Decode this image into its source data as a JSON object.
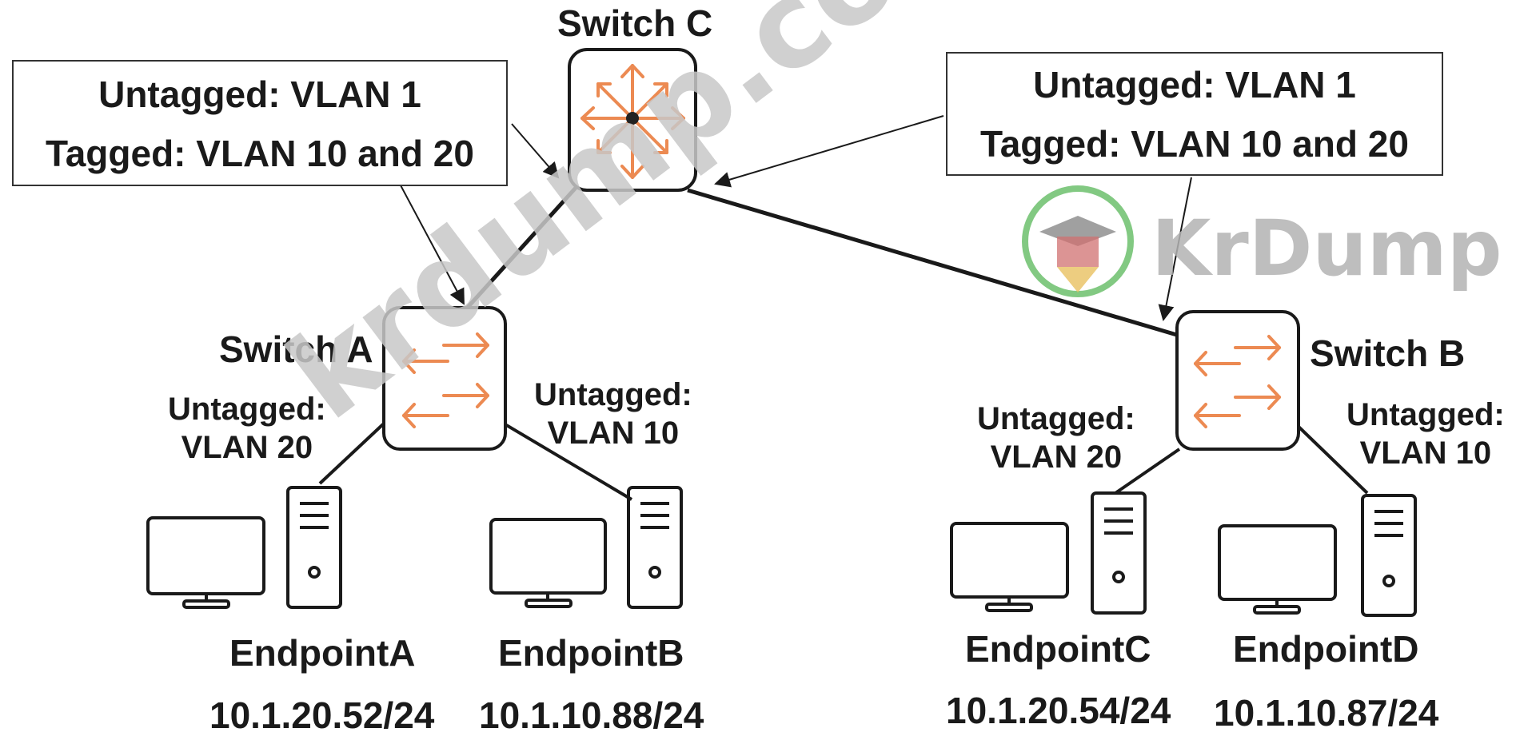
{
  "switch_c": {
    "label": "Switch C",
    "icon": "router-icon"
  },
  "switch_a": {
    "label": "Switch A",
    "icon": "switch-icon",
    "port_left": [
      "Untagged:",
      "VLAN 20"
    ],
    "port_right": [
      "Untagged:",
      "VLAN 10"
    ]
  },
  "switch_b": {
    "label": "Switch B",
    "icon": "switch-icon",
    "port_left": [
      "Untagged:",
      "VLAN 20"
    ],
    "port_right": [
      "Untagged:",
      "VLAN 10"
    ]
  },
  "trunk_left": {
    "line1": "Untagged: VLAN 1",
    "line2": "Tagged: VLAN 10 and 20"
  },
  "trunk_right": {
    "line1": "Untagged: VLAN 1",
    "line2": "Tagged: VLAN 10 and 20"
  },
  "endpoints": [
    {
      "name": "EndpointA",
      "ip": "10.1.20.52/24"
    },
    {
      "name": "EndpointB",
      "ip": "10.1.10.88/24"
    },
    {
      "name": "EndpointC",
      "ip": "10.1.20.54/24"
    },
    {
      "name": "EndpointD",
      "ip": "10.1.10.87/24"
    }
  ],
  "watermark": {
    "diagonal": "krdump.com",
    "brand": "KrDump"
  },
  "colors": {
    "icon_accent": "#ec8a52",
    "line": "#1a1a1a",
    "watermark": "#c8c8c8",
    "logo_ring": "#6cc06c"
  }
}
